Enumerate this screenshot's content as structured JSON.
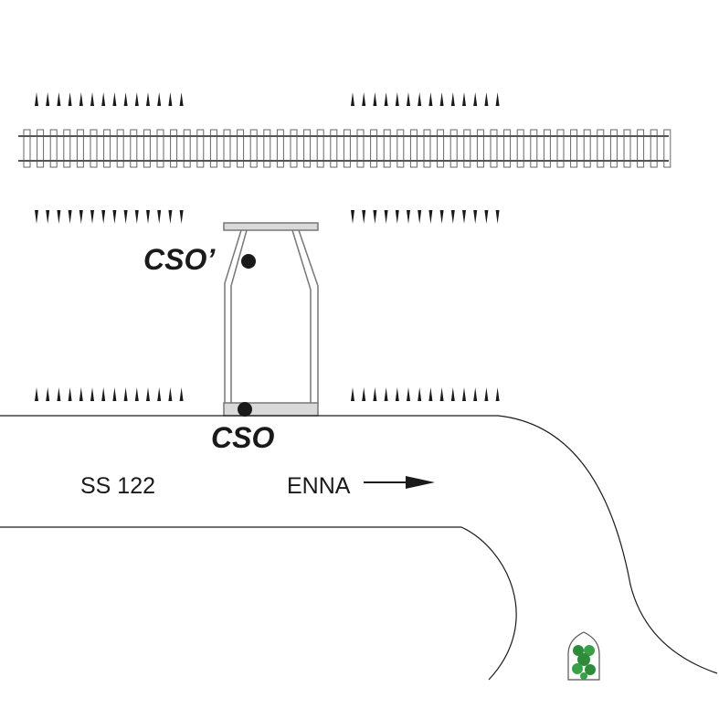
{
  "points": {
    "upper_label": "CSO’",
    "lower_label": "CSO"
  },
  "road": {
    "name": "SS 122",
    "direction": "ENNA"
  },
  "colors": {
    "line": "#1a1a1a",
    "track": "#555555",
    "structure": "#777777",
    "structure_fill": "#d9d9d9",
    "tree": "#2e8b3a"
  },
  "icons": {
    "direction": "arrow-right-icon",
    "tree": "tree-icon"
  }
}
